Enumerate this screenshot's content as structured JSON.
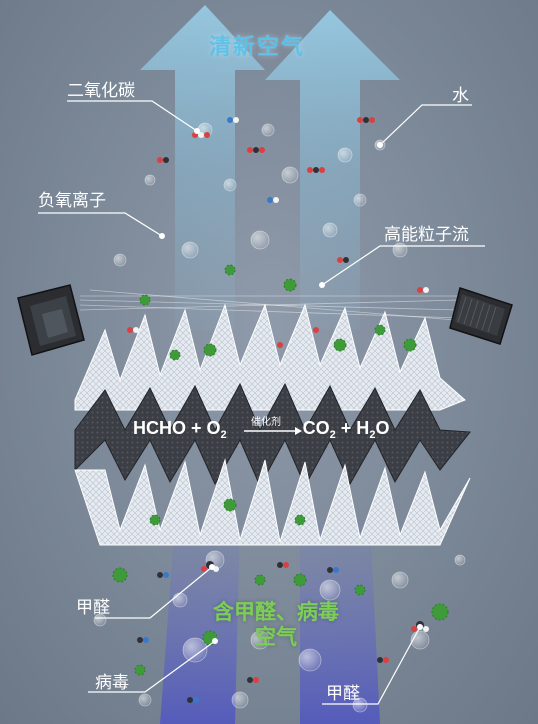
{
  "title_top": "清新空气",
  "title_bottom_line1": "含甲醛、病毒",
  "title_bottom_line2": "空气",
  "labels": {
    "co2": "二氧化碳",
    "water": "水",
    "negative_ions": "负氧离子",
    "particle_stream": "高能粒子流",
    "formaldehyde_left": "甲醛",
    "virus": "病毒",
    "formaldehyde_right": "甲醛"
  },
  "formula": {
    "lhs1": "HCHO + O",
    "lhs1_sub": "2",
    "catalyst": "催化剂",
    "rhs1": "CO",
    "rhs1_sub": "2",
    "rhs2": " + H",
    "rhs2_sub": "2",
    "rhs3": "O"
  },
  "colors": {
    "clean_air": "#5fc1e8",
    "dirty_air": "#7ccf56",
    "virus": "#3f9b3a",
    "filter_white": "#e9eef3",
    "filter_carbon": "#3a3d42"
  }
}
